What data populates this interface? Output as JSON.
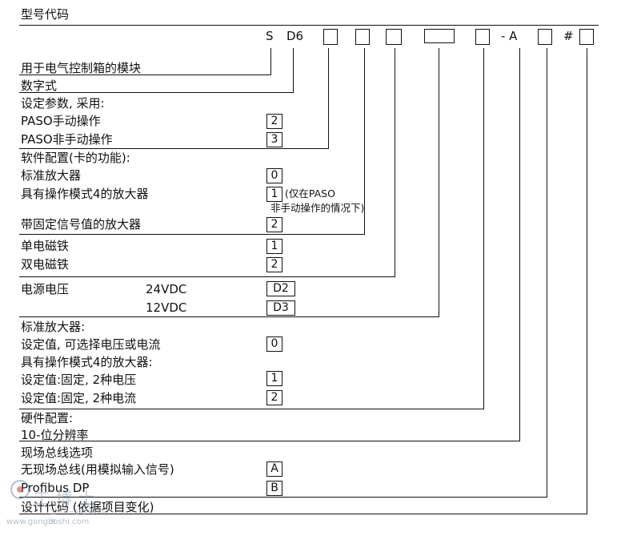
{
  "title": "型号代码",
  "header_codes": {
    "s": "S",
    "d6": "D6",
    "dash_a": "- A",
    "hash": "#"
  },
  "sections": {
    "module": "用于电气控制箱的模块",
    "digital": "数字式",
    "setting_header": "设定参数, 采用:",
    "paso_manual": "PASO手动操作",
    "paso_non_manual": "PASO非手动操作",
    "software_header": "软件配置(卡的功能):",
    "std_amp": "标准放大器",
    "mode4_amp": "具有操作模式4的放大器",
    "mode4_note_1": "(仅在PASO",
    "mode4_note_2": "非手动操作的情况下)",
    "fixed_signal_amp": "带固定信号值的放大器",
    "single_solenoid": "单电磁铁",
    "double_solenoid": "双电磁铁",
    "power_label": "电源电压",
    "v24": "24VDC",
    "v12": "12VDC",
    "std_amp2": "标准放大器:",
    "setpoint_selectable": "设定值, 可选择电压或电流",
    "mode4_amp2": "具有操作模式4的放大器:",
    "fixed_voltage": "设定值:固定, 2种电压",
    "fixed_current": "设定值:固定, 2种电流",
    "hardware_header": "硬件配置:",
    "resolution": "10-位分辨率",
    "fieldbus_header": "现场总线选项",
    "no_fieldbus": "无现场总线(用模拟输入信号)",
    "profibus": "Profibus DP",
    "design_code": "设计代码 (依据项目变化)"
  },
  "options": {
    "paso_manual": "2",
    "paso_non_manual": "3",
    "std_amp": "0",
    "mode4_amp": "1",
    "fixed_signal_amp": "2",
    "single_solenoid": "1",
    "double_solenoid": "2",
    "v24": "D2",
    "v12": "D3",
    "setpoint_selectable": "0",
    "fixed_voltage": "1",
    "fixed_current": "2",
    "no_fieldbus": "A",
    "profibus": "B"
  },
  "watermark": {
    "brand": "工博士",
    "tagline": "工业品一站式服务平台",
    "url": "www.gongboshi.com"
  }
}
